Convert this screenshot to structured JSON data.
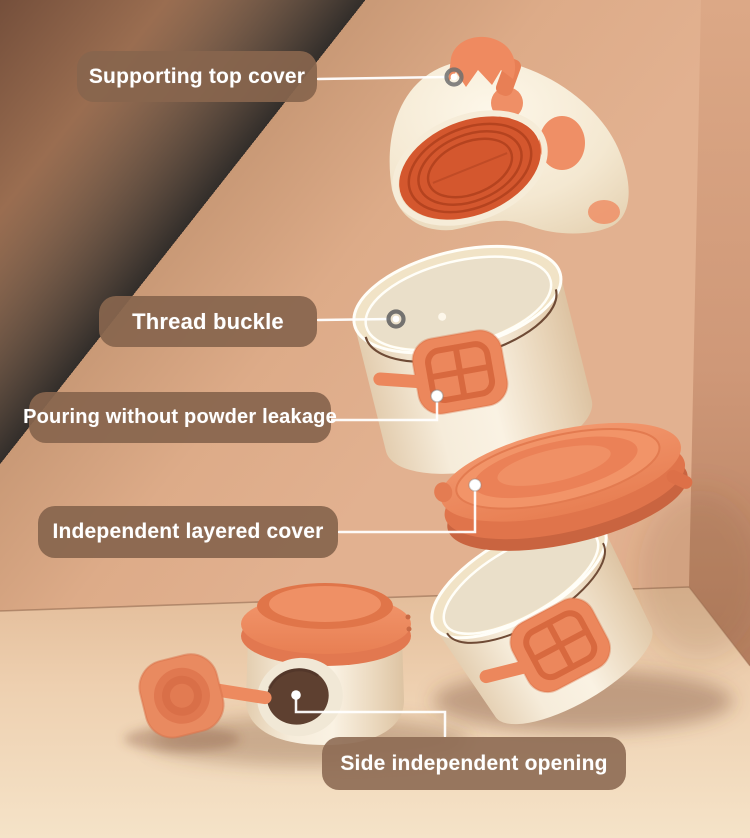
{
  "scene": {
    "subject": "baby-formula-dispenser-exploded-view"
  },
  "callouts": [
    {
      "text": "Supporting top cover"
    },
    {
      "text": "Thread buckle"
    },
    {
      "text": "Pouring without powder leakage"
    },
    {
      "text": "Independent layered cover"
    },
    {
      "text": "Side independent opening"
    }
  ],
  "parts": [
    {
      "name": "top-cover"
    },
    {
      "name": "middle-container"
    },
    {
      "name": "layered-cover"
    },
    {
      "name": "bottom-right-container"
    },
    {
      "name": "bottom-left-container"
    },
    {
      "name": "side-opening-cap"
    }
  ],
  "colors": {
    "label_bg": "#88654e",
    "label_text": "#ffffff",
    "connector": "#ffffff",
    "wall": "#e0ae8c",
    "wall_dark_corner": "#754f3b",
    "right_wall": "#cf9878",
    "floor": "#eed0b0",
    "cream": "#f6ecd9",
    "coral": "#ee8b60",
    "coral_dark": "#d96f48",
    "cover_interior": "#d4572e",
    "side_hole": "#5e4030"
  }
}
